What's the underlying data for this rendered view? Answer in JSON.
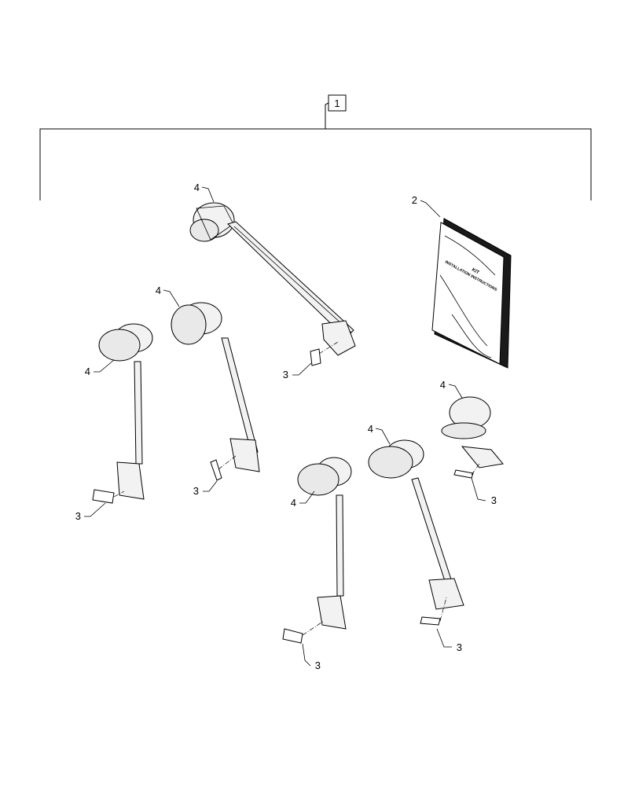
{
  "callouts": {
    "kit": "1",
    "manual": "2",
    "decal": "3",
    "lamp": "4"
  },
  "manual_cover": {
    "line1": "KIT",
    "line2": "INSTALLATION INSTRUCTIONS"
  }
}
